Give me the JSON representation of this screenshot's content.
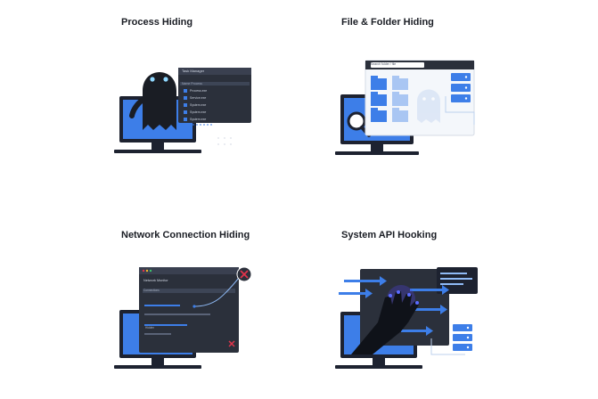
{
  "panels": [
    {
      "title": "Process Hiding",
      "window_title": "Task Manager",
      "header_label": "Name Process",
      "processes": [
        "Process.exe",
        "Service.exe",
        "System.exe",
        "System.exe",
        "System.exe"
      ]
    },
    {
      "title": "File & Folder Hiding",
      "search_placeholder": "Search folder / file"
    },
    {
      "title": "Network Connection Hiding",
      "window_title": "Network Monitor",
      "row_labels": [
        "Connections",
        "Hidden"
      ]
    },
    {
      "title": "System API Hooking"
    }
  ],
  "colors": {
    "accent": "#3d7ee8",
    "dark_panel": "#2b303b",
    "dark_navy": "#1d2230",
    "ghost": "#1a1d24",
    "alert_red": "#e0344b"
  },
  "icons": [
    "ghost-icon",
    "monitor-icon",
    "folder-icon",
    "magnifier-icon",
    "server-icon",
    "close-icon",
    "robot-hand-icon",
    "arrow-icon"
  ]
}
